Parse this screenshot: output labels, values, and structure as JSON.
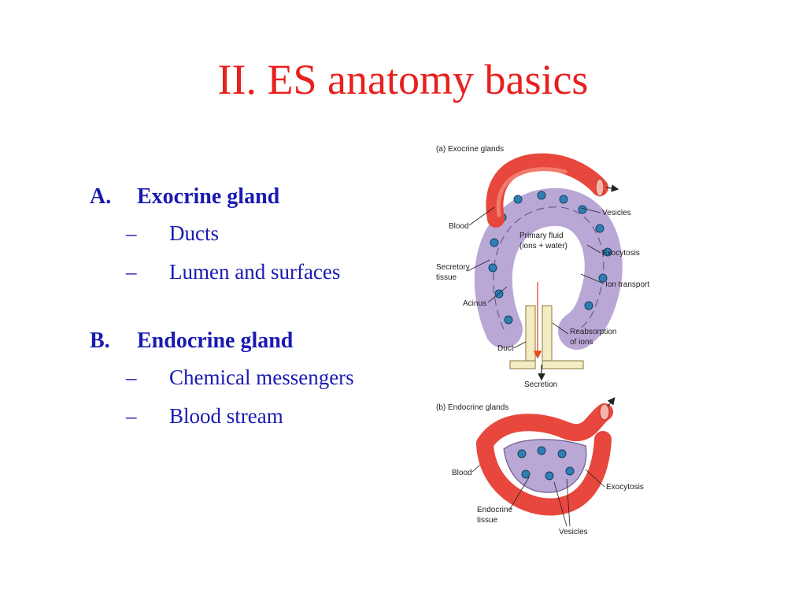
{
  "slide": {
    "title": "II.  ES anatomy basics",
    "sections": [
      {
        "letter": "A.",
        "heading": "Exocrine gland",
        "items": [
          "Ducts",
          "Lumen and surfaces"
        ]
      },
      {
        "letter": "B.",
        "heading": "Endocrine gland",
        "items": [
          "Chemical messengers",
          "Blood stream"
        ]
      }
    ],
    "bullet": "–"
  },
  "figure": {
    "exocrine": {
      "caption": "(a) Exocrine glands",
      "blood": "Blood",
      "vesicles": "Vesicles",
      "primary_fluid_1": "Primary fluid",
      "primary_fluid_2": "(ions + water)",
      "exocytosis": "Exocytosis",
      "secretory_1": "Secretory",
      "secretory_2": "tissue",
      "ion_transport": "Ion transport",
      "acinus": "Acinus",
      "reabsorption_1": "Reabsorption",
      "reabsorption_2": "of ions",
      "duct": "Duct",
      "secretion": "Secretion"
    },
    "endocrine": {
      "caption": "(b) Endocrine glands",
      "blood": "Blood",
      "exocytosis": "Exocytosis",
      "endocrine_1": "Endocrine",
      "endocrine_2": "tissue",
      "vesicles": "Vesicles"
    }
  }
}
